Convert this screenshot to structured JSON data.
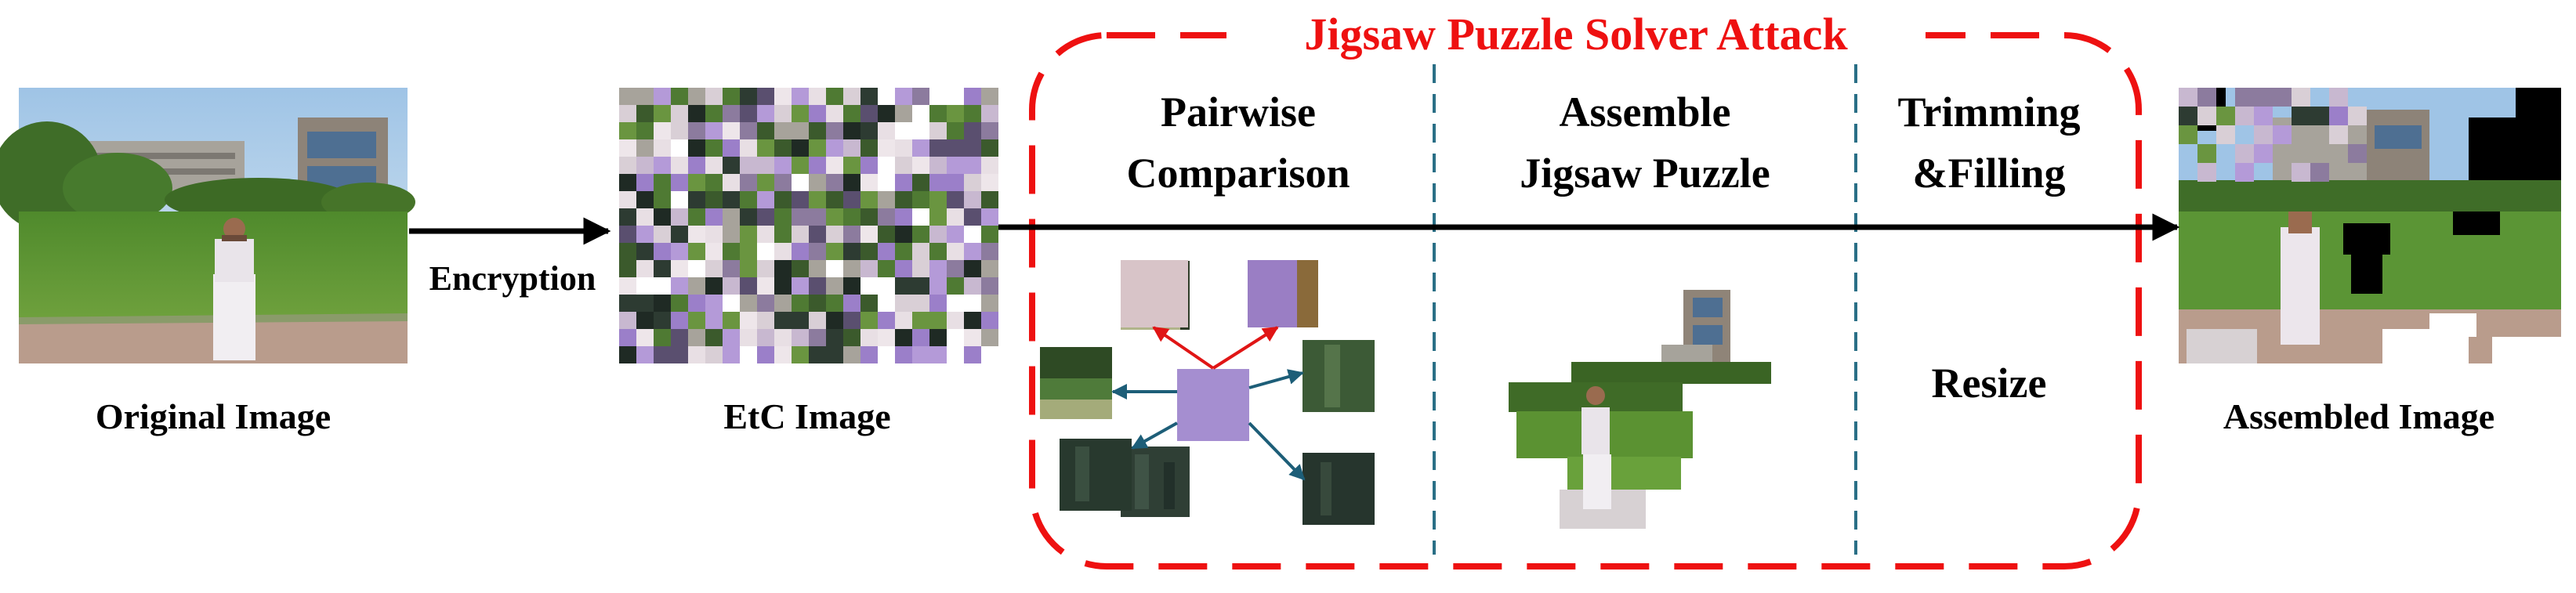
{
  "diagram": {
    "original_label": "Original Image",
    "encryption_label": "Encryption",
    "etc_label": "EtC Image",
    "attack_title": "Jigsaw Puzzle Solver Attack",
    "stage1_line1": "Pairwise",
    "stage1_line2": "Comparison",
    "stage2_line1": "Assemble",
    "stage2_line2": "Jigsaw Puzzle",
    "stage3_line1": "Trimming",
    "stage3_line2": "&Filling",
    "resize_label": "Resize",
    "assembled_label": "Assembled Image"
  },
  "colors": {
    "attack_box": "#ee1111",
    "title": "#ee1111",
    "divider": "#2a6f86",
    "blue_arrow": "#1d5e78",
    "red_arrow": "#e01515",
    "main_arrow": "#000000"
  }
}
